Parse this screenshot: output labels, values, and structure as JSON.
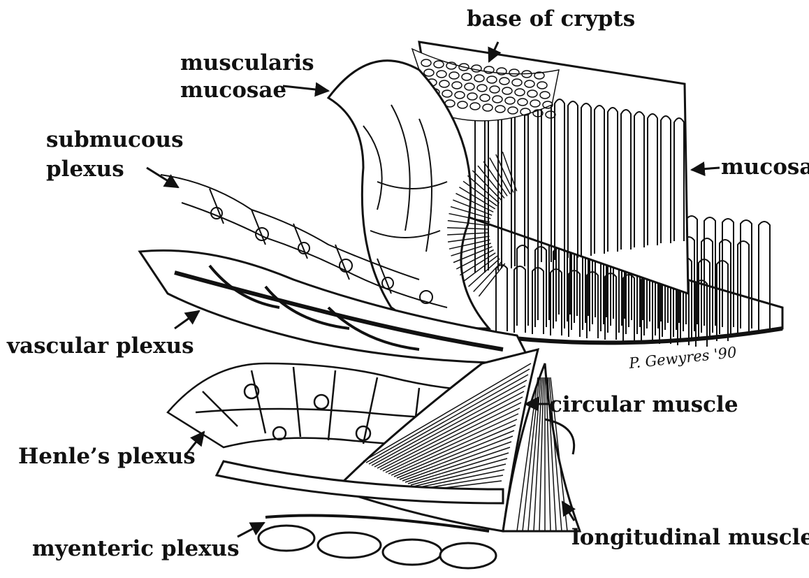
{
  "labels": {
    "base_of_crypts": "base of crypts",
    "muscularis_line1": "muscularis",
    "muscularis_line2": "mucosae",
    "submucous_line1": "submucous",
    "submucous_line2": "plexus",
    "mucosa": "mucosa",
    "vascular_plexus": "vascular plexus",
    "circular_muscle": "circular muscle",
    "henles_plexus": "Henle’s plexus",
    "longitudinal_muscle": "longitudinal muscle",
    "myenteric_plexus": "myenteric plexus"
  },
  "signature": "P. Gewyres '90",
  "colors": {
    "ink": "#111111",
    "background": "#ffffff"
  }
}
